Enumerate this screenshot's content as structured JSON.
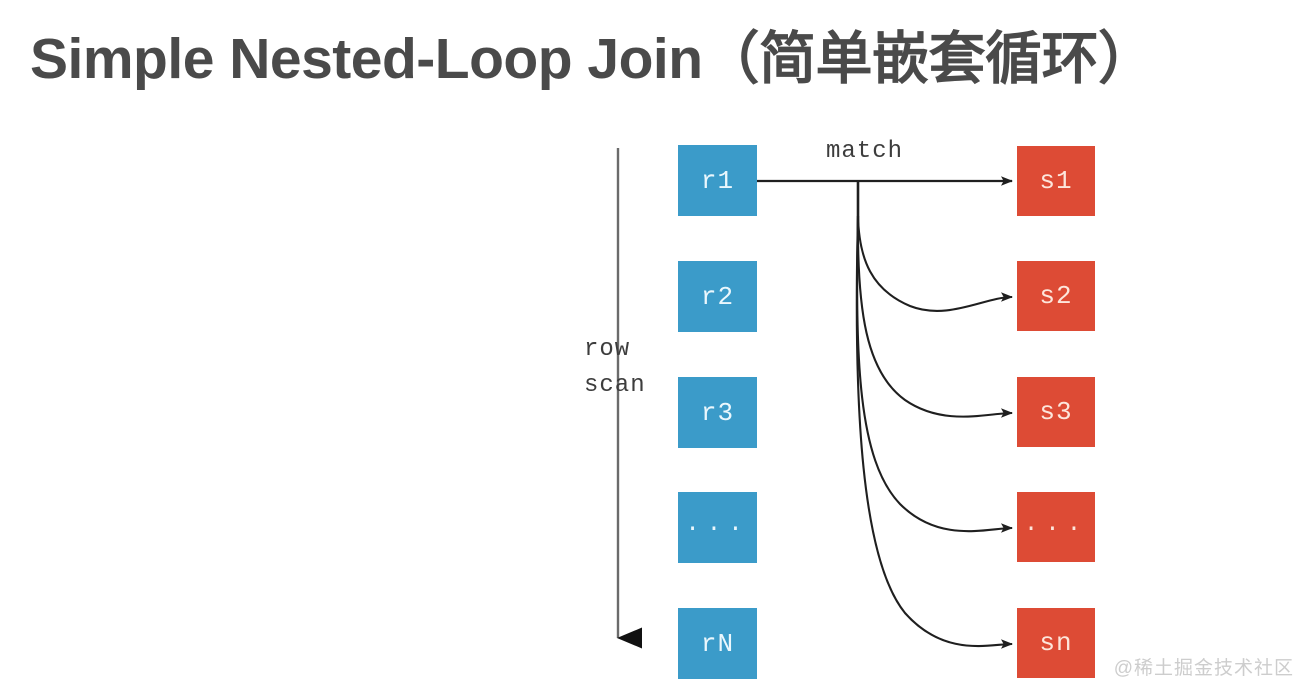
{
  "page": {
    "title": "Simple Nested-Loop Join（简单嵌套循环）",
    "background_color": "#ffffff",
    "title_color": "#4a4a4a"
  },
  "diagram": {
    "type": "flow-diagram",
    "left_column": {
      "name": "outer-table-rows",
      "color": "#3b9bc9",
      "text_color": "#eaf7fd",
      "nodes": [
        {
          "id": "r1",
          "label": "r1"
        },
        {
          "id": "r2",
          "label": "r2"
        },
        {
          "id": "r3",
          "label": "r3"
        },
        {
          "id": "r-ellipsis",
          "label": "..."
        },
        {
          "id": "rN",
          "label": "rN"
        }
      ]
    },
    "right_column": {
      "name": "inner-table-rows",
      "color": "#dd4b35",
      "text_color": "#fde6dc",
      "nodes": [
        {
          "id": "s1",
          "label": "s1"
        },
        {
          "id": "s2",
          "label": "s2"
        },
        {
          "id": "s3",
          "label": "s3"
        },
        {
          "id": "s-ellipsis",
          "label": "..."
        },
        {
          "id": "sn",
          "label": "sn"
        }
      ]
    },
    "annotations": {
      "match_label": "match",
      "row_scan_label_line1": "row",
      "row_scan_label_line2": "scan"
    },
    "arrow_color": "#2b2b2b",
    "scan_arrow_color": "#6b6b6b"
  },
  "watermark": {
    "text": "@稀土掘金技术社区",
    "color": "#cdcdcd"
  }
}
